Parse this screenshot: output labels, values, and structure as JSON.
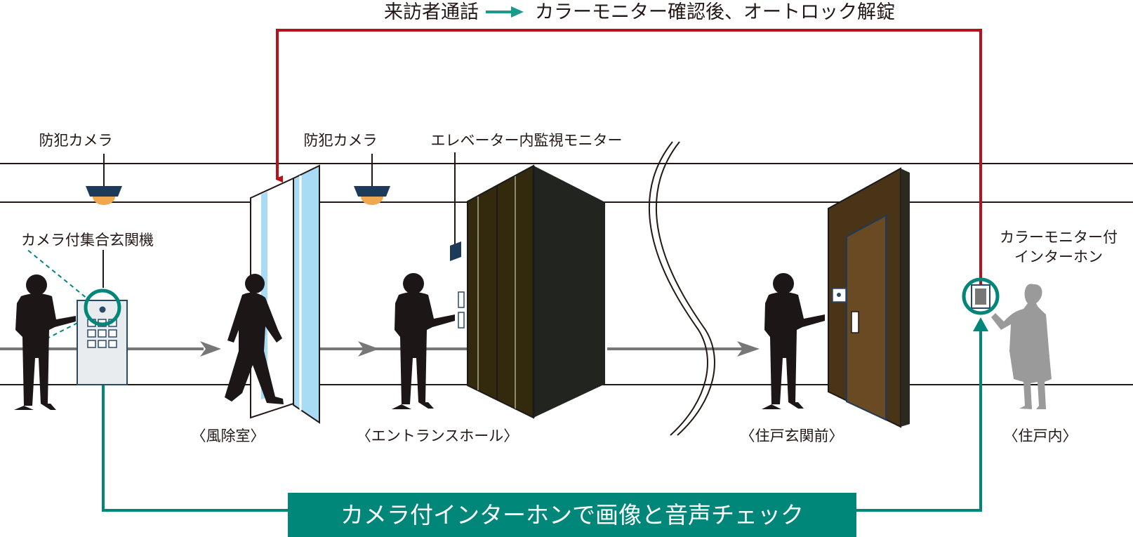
{
  "top_flow": {
    "left": "来訪者通話",
    "right": "カラーモニター確認後、オートロック解錠",
    "color": "#b5121b",
    "arrow_color": "#1a9a8a"
  },
  "labels": {
    "camera_1": "防犯カメラ",
    "camera_2": "防犯カメラ",
    "elevator_monitor": "エレベーター内監視モニター",
    "panel": "カメラ付集合玄関機",
    "indoor_unit_line1": "カラーモニター付",
    "indoor_unit_line2": "インターホン"
  },
  "locations": {
    "windbreak": "〈風除室〉",
    "entrance_hall": "〈エントランスホール〉",
    "unit_front": "〈住戸玄関前〉",
    "unit_inside": "〈住戸内〉"
  },
  "bottom_banner": {
    "text": "カメラ付インターホンで画像と音声チェック",
    "color": "#00877a"
  },
  "colors": {
    "teal": "#00877a",
    "red": "#b5121b",
    "glass": "#a8dcf5",
    "elevator": "#2e2a10",
    "door": "#4a3418",
    "silhouette": "#1c1716",
    "resident": "#9a9a9a"
  }
}
